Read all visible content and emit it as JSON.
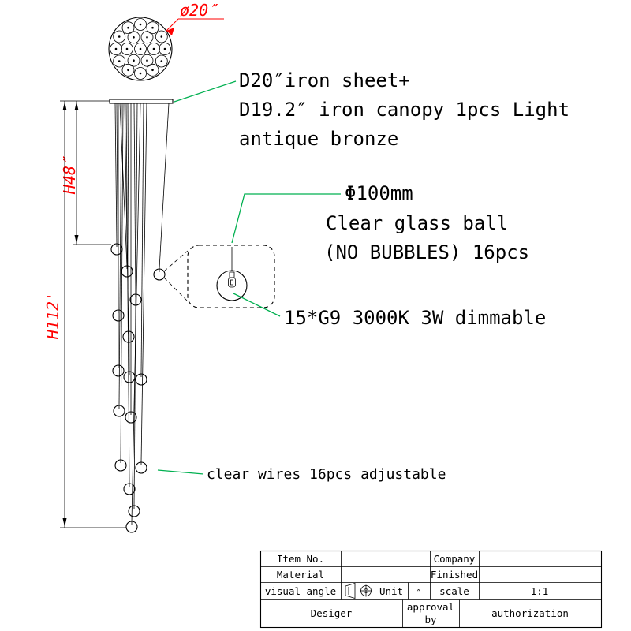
{
  "colors": {
    "line": "#000000",
    "dimension": "#ff0000",
    "leader": "#00b050"
  },
  "dimensions": {
    "top_diameter": "ø20″",
    "upper_height": "H48″",
    "total_height": "H112'"
  },
  "annotations": {
    "canopy_line1": "D20″iron sheet+",
    "canopy_line2": "D19.2″ iron canopy 1pcs Light",
    "canopy_line3": "antique bronze",
    "glass_line1": "Φ100mm",
    "glass_line2": "Clear glass ball",
    "glass_line3": "(NO BUBBLES) 16pcs",
    "bulb": "15*G9 3000K 3W dimmable",
    "wires": "clear wires  16pcs adjustable"
  },
  "title_block": {
    "item_no_label": "Item No.",
    "item_no_value": "",
    "company_label": "Company",
    "company_value": "",
    "material_label": "Material",
    "material_value": "",
    "finished_label": "Finished",
    "finished_value": "",
    "visual_angle_label": "visual angle",
    "unit_label": "Unit",
    "unit_value": "″",
    "scale_label": "scale",
    "scale_value": "1:1",
    "designer_label": "Desiger",
    "approval_label_line1": "approval",
    "approval_label_line2": "by",
    "authorization_label": "authorization"
  }
}
